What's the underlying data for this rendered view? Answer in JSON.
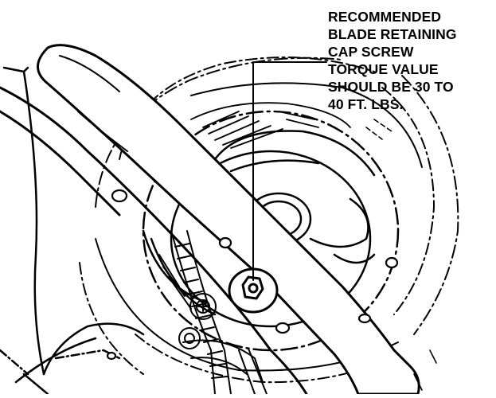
{
  "callout": {
    "lines": [
      "RECOMMENDED",
      "BLADE RETAINING",
      "CAP SCREW",
      "TORQUE VALUE",
      "SHOULD BE 30 TO",
      "40 FT. LBS."
    ]
  },
  "colors": {
    "ink": "#000000",
    "paper": "#ffffff"
  }
}
